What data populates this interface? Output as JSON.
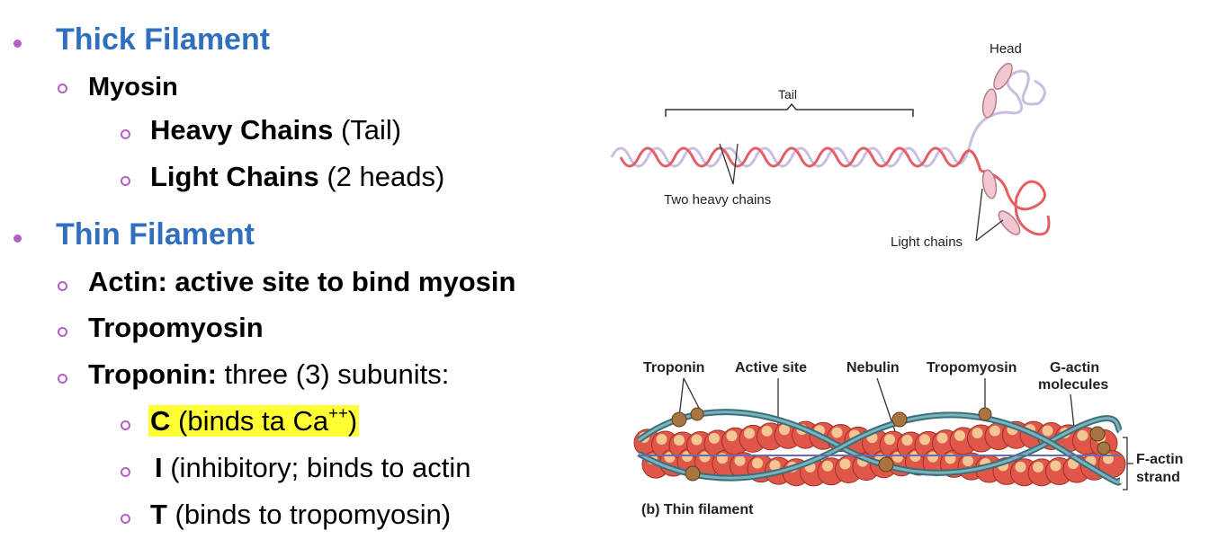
{
  "colors": {
    "bullet": "#b45fc7",
    "heading": "#2f6fbd",
    "highlight": "#ffff33"
  },
  "outline": {
    "thick": {
      "heading": "Thick Filament",
      "myosin": "Myosin",
      "heavy_bold": "Heavy Chains",
      "heavy_rest": " (Tail)",
      "light_bold": "Light Chains",
      "light_rest": " (2 heads)"
    },
    "thin": {
      "heading": "Thin Filament",
      "actin": "Actin: active site to bind myosin",
      "tropomyosin": "Tropomyosin",
      "troponin_bold": "Troponin:",
      "troponin_rest": " three (3) subunits:",
      "c_bold": "C",
      "c_rest": " (binds ta Ca",
      "c_sup": "++",
      "c_close": ")",
      "i_bold": "I",
      "i_rest": " (inhibitory; binds to actin",
      "t_bold": "T",
      "t_rest": " (binds to tropomyosin)"
    }
  },
  "figure_myosin": {
    "head": "Head",
    "tail": "Tail",
    "two_heavy_chains": "Two heavy chains",
    "light_chains": "Light chains"
  },
  "figure_thin": {
    "troponin": "Troponin",
    "active_site": "Active site",
    "nebulin": "Nebulin",
    "tropomyosin": "Tropomyosin",
    "g_actin_1": "G-actin",
    "g_actin_2": "molecules",
    "f_actin_1": "F-actin",
    "f_actin_2": "strand",
    "caption": "(b) Thin filament"
  }
}
